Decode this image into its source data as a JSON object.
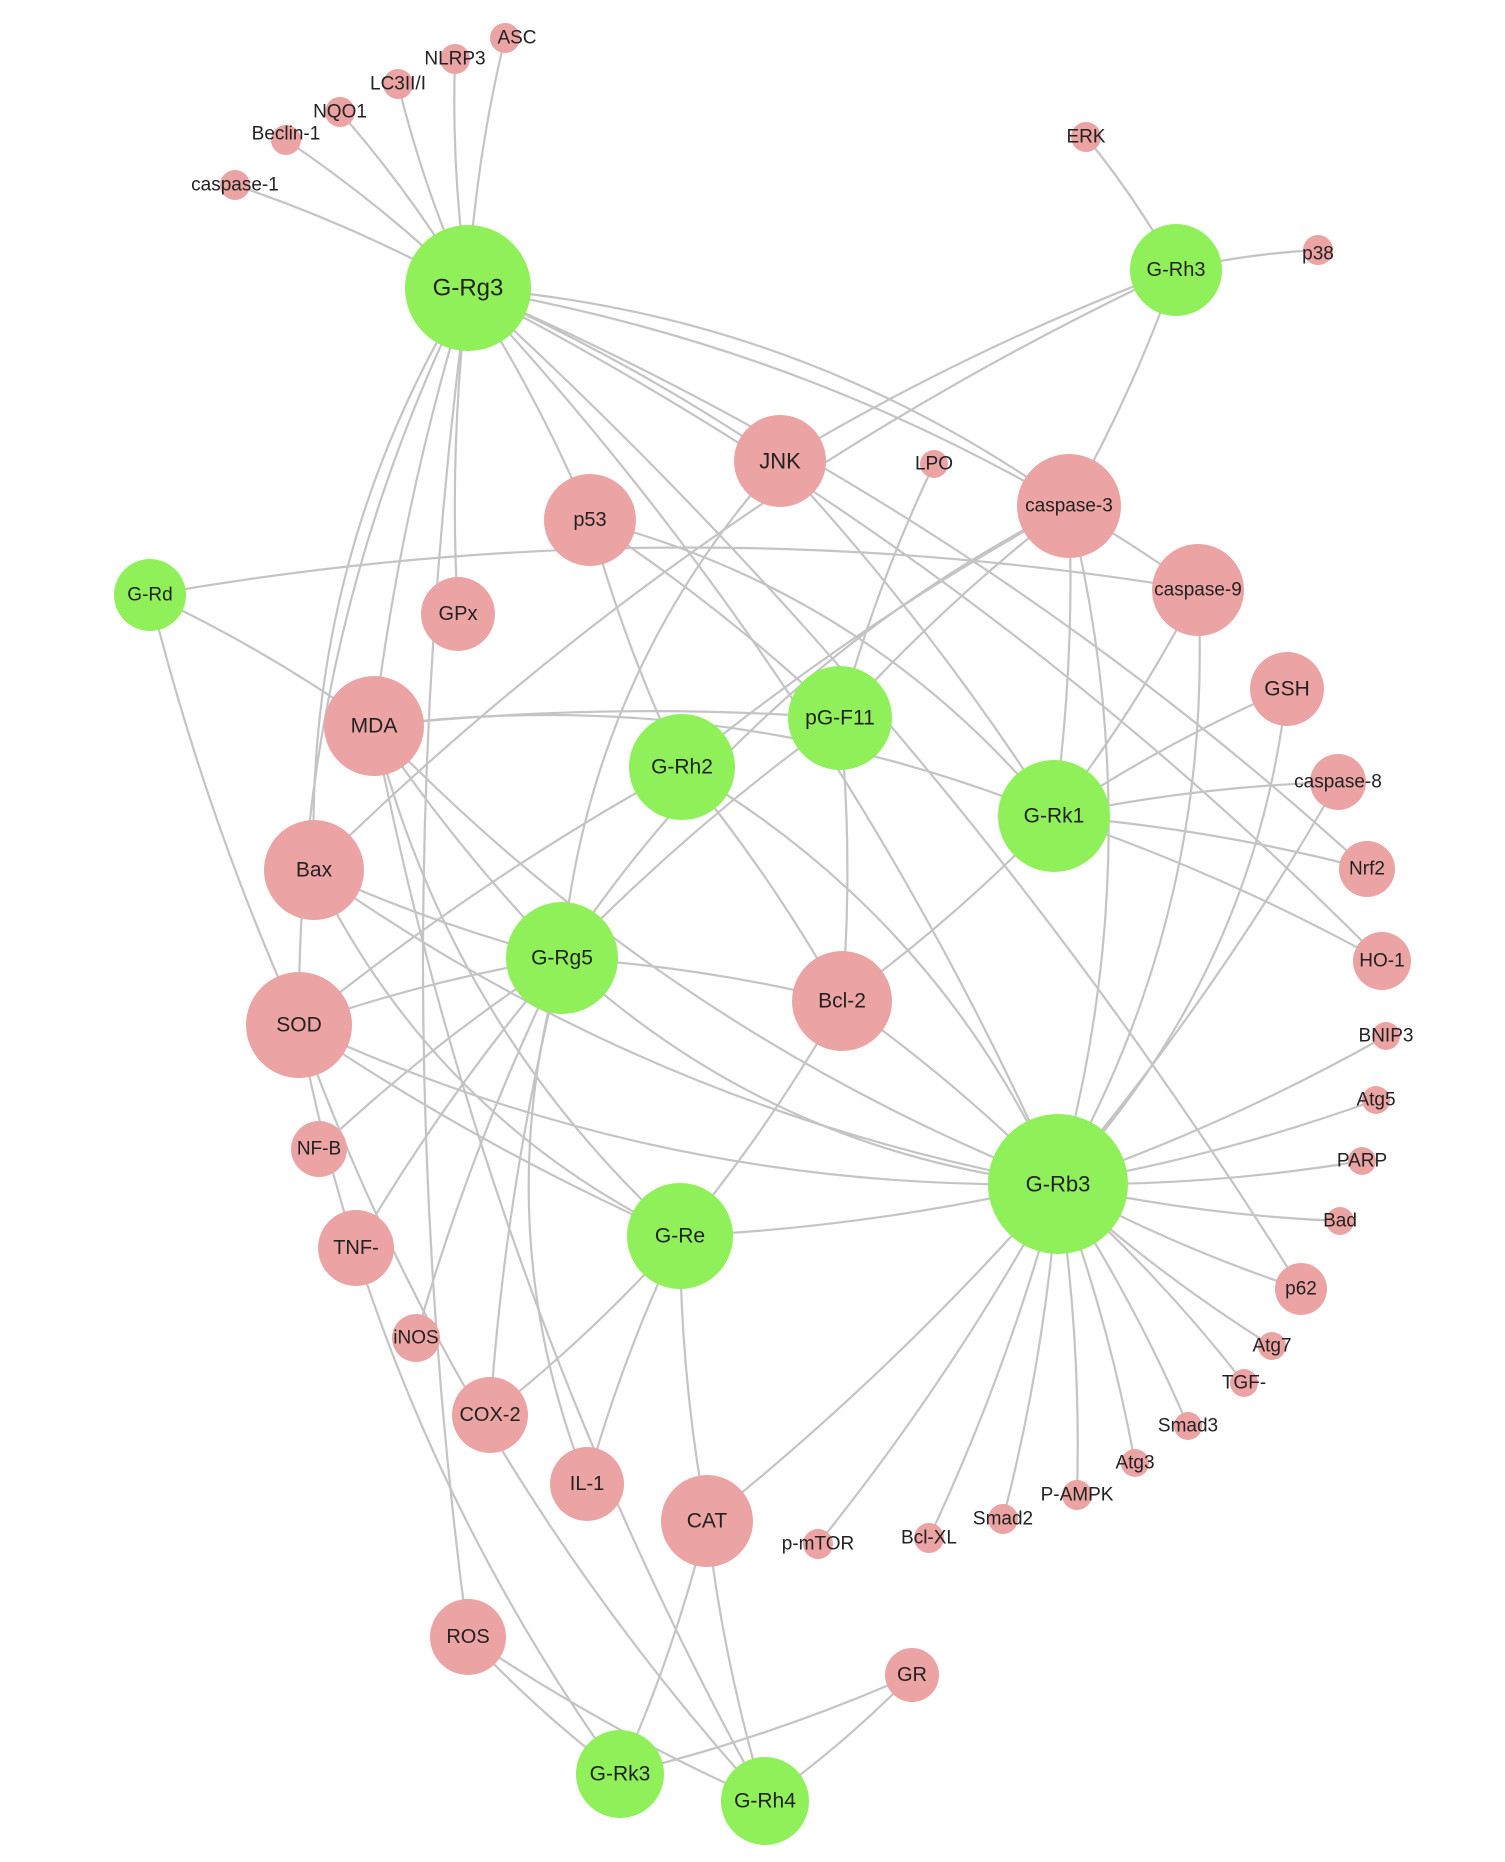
{
  "colors": {
    "ginsenoside_node": "#8ff05a",
    "target_node": "#eca3a3",
    "edge": "#c4c4c4",
    "label": "#222222"
  },
  "nodes": [
    {
      "id": "G-Rg3",
      "label": "G-Rg3",
      "type": "ginsenoside"
    },
    {
      "id": "G-Rh3",
      "label": "G-Rh3",
      "type": "ginsenoside"
    },
    {
      "id": "G-Rd",
      "label": "G-Rd",
      "type": "ginsenoside"
    },
    {
      "id": "pG-F11",
      "label": "pG-F11",
      "type": "ginsenoside"
    },
    {
      "id": "G-Rh2",
      "label": "G-Rh2",
      "type": "ginsenoside"
    },
    {
      "id": "G-Rk1",
      "label": "G-Rk1",
      "type": "ginsenoside"
    },
    {
      "id": "G-Rg5",
      "label": "G-Rg5",
      "type": "ginsenoside"
    },
    {
      "id": "G-Re",
      "label": "G-Re",
      "type": "ginsenoside"
    },
    {
      "id": "G-Rb3",
      "label": "G-Rb3",
      "type": "ginsenoside"
    },
    {
      "id": "G-Rk3",
      "label": "G-Rk3",
      "type": "ginsenoside"
    },
    {
      "id": "G-Rh4",
      "label": "G-Rh4",
      "type": "ginsenoside"
    },
    {
      "id": "caspase-1",
      "label": "caspase-1",
      "type": "target"
    },
    {
      "id": "Beclin-1",
      "label": "Beclin-1",
      "type": "target"
    },
    {
      "id": "NQO1",
      "label": "NQO1",
      "type": "target"
    },
    {
      "id": "LC3II/I",
      "label": "LC3II/I",
      "type": "target"
    },
    {
      "id": "NLRP3",
      "label": "NLRP3",
      "type": "target"
    },
    {
      "id": "ASC",
      "label": "ASC",
      "type": "target"
    },
    {
      "id": "ERK",
      "label": "ERK",
      "type": "target"
    },
    {
      "id": "p38",
      "label": "p38",
      "type": "target"
    },
    {
      "id": "JNK",
      "label": "JNK",
      "type": "target"
    },
    {
      "id": "LPO",
      "label": "LPO",
      "type": "target"
    },
    {
      "id": "p53",
      "label": "p53",
      "type": "target"
    },
    {
      "id": "caspase-3",
      "label": "caspase-3",
      "type": "target"
    },
    {
      "id": "caspase-9",
      "label": "caspase-9",
      "type": "target"
    },
    {
      "id": "GPx",
      "label": "GPx",
      "type": "target"
    },
    {
      "id": "GSH",
      "label": "GSH",
      "type": "target"
    },
    {
      "id": "MDA",
      "label": "MDA",
      "type": "target"
    },
    {
      "id": "caspase-8",
      "label": "caspase-8",
      "type": "target"
    },
    {
      "id": "Bax",
      "label": "Bax",
      "type": "target"
    },
    {
      "id": "Nrf2",
      "label": "Nrf2",
      "type": "target"
    },
    {
      "id": "HO-1",
      "label": "HO-1",
      "type": "target"
    },
    {
      "id": "Bcl-2",
      "label": "Bcl-2",
      "type": "target"
    },
    {
      "id": "SOD",
      "label": "SOD",
      "type": "target"
    },
    {
      "id": "BNIP3",
      "label": "BNIP3",
      "type": "target"
    },
    {
      "id": "Atg5",
      "label": "Atg5",
      "type": "target"
    },
    {
      "id": "NF-B",
      "label": "NF-B",
      "type": "target"
    },
    {
      "id": "PARP",
      "label": "PARP",
      "type": "target"
    },
    {
      "id": "Bad",
      "label": "Bad",
      "type": "target"
    },
    {
      "id": "TNF-",
      "label": "TNF-",
      "type": "target"
    },
    {
      "id": "p62",
      "label": "p62",
      "type": "target"
    },
    {
      "id": "iNOS",
      "label": "iNOS",
      "type": "target"
    },
    {
      "id": "Atg7",
      "label": "Atg7",
      "type": "target"
    },
    {
      "id": "TGF-",
      "label": "TGF-",
      "type": "target"
    },
    {
      "id": "COX-2",
      "label": "COX-2",
      "type": "target"
    },
    {
      "id": "Smad3",
      "label": "Smad3",
      "type": "target"
    },
    {
      "id": "Atg3",
      "label": "Atg3",
      "type": "target"
    },
    {
      "id": "IL-1",
      "label": "IL-1",
      "type": "target"
    },
    {
      "id": "P-AMPK",
      "label": "P-AMPK",
      "type": "target"
    },
    {
      "id": "CAT",
      "label": "CAT",
      "type": "target"
    },
    {
      "id": "Smad2",
      "label": "Smad2",
      "type": "target"
    },
    {
      "id": "Bcl-XL",
      "label": "Bcl-XL",
      "type": "target"
    },
    {
      "id": "p-mTOR",
      "label": "p-mTOR",
      "type": "target"
    },
    {
      "id": "ROS",
      "label": "ROS",
      "type": "target"
    },
    {
      "id": "GR",
      "label": "GR",
      "type": "target"
    }
  ],
  "edges": [
    [
      "G-Rg3",
      "caspase-1"
    ],
    [
      "G-Rg3",
      "Beclin-1"
    ],
    [
      "G-Rg3",
      "NQO1"
    ],
    [
      "G-Rg3",
      "LC3II/I"
    ],
    [
      "G-Rg3",
      "NLRP3"
    ],
    [
      "G-Rg3",
      "ASC"
    ],
    [
      "G-Rg3",
      "JNK"
    ],
    [
      "G-Rg3",
      "p53"
    ],
    [
      "G-Rg3",
      "GPx"
    ],
    [
      "G-Rg3",
      "MDA"
    ],
    [
      "G-Rg3",
      "SOD"
    ],
    [
      "G-Rg3",
      "ROS"
    ],
    [
      "G-Rg3",
      "caspase-3"
    ],
    [
      "G-Rg3",
      "caspase-9"
    ],
    [
      "G-Rg3",
      "Nrf2"
    ],
    [
      "G-Rg3",
      "HO-1"
    ],
    [
      "G-Rg3",
      "p62"
    ],
    [
      "G-Rg3",
      "Bax"
    ],
    [
      "G-Rg3",
      "G-Rb3"
    ],
    [
      "G-Rh3",
      "ERK"
    ],
    [
      "G-Rh3",
      "p38"
    ],
    [
      "G-Rh3",
      "caspase-3"
    ],
    [
      "G-Rh3",
      "Bax"
    ],
    [
      "G-Rh3",
      "JNK"
    ],
    [
      "G-Rd",
      "MDA"
    ],
    [
      "G-Rd",
      "SOD"
    ],
    [
      "G-Rd",
      "caspase-9"
    ],
    [
      "pG-F11",
      "LPO"
    ],
    [
      "pG-F11",
      "p53"
    ],
    [
      "pG-F11",
      "caspase-3"
    ],
    [
      "pG-F11",
      "Bcl-2"
    ],
    [
      "pG-F11",
      "MDA"
    ],
    [
      "pG-F11",
      "G-Rg5"
    ],
    [
      "G-Rh2",
      "p53"
    ],
    [
      "G-Rh2",
      "caspase-3"
    ],
    [
      "G-Rh2",
      "Bcl-2"
    ],
    [
      "G-Rh2",
      "SOD"
    ],
    [
      "G-Rh2",
      "G-Rb3"
    ],
    [
      "G-Rk1",
      "caspase-3"
    ],
    [
      "G-Rk1",
      "caspase-9"
    ],
    [
      "G-Rk1",
      "GSH"
    ],
    [
      "G-Rk1",
      "caspase-8"
    ],
    [
      "G-Rk1",
      "Nrf2"
    ],
    [
      "G-Rk1",
      "HO-1"
    ],
    [
      "G-Rk1",
      "Bcl-2"
    ],
    [
      "G-Rk1",
      "JNK"
    ],
    [
      "G-Rk1",
      "p53"
    ],
    [
      "G-Rk1",
      "MDA"
    ],
    [
      "G-Rg5",
      "Bax"
    ],
    [
      "G-Rg5",
      "Bcl-2"
    ],
    [
      "G-Rg5",
      "SOD"
    ],
    [
      "G-Rg5",
      "MDA"
    ],
    [
      "G-Rg5",
      "NF-B"
    ],
    [
      "G-Rg5",
      "TNF-"
    ],
    [
      "G-Rg5",
      "COX-2"
    ],
    [
      "G-Rg5",
      "IL-1"
    ],
    [
      "G-Rg5",
      "iNOS"
    ],
    [
      "G-Rg5",
      "caspase-3"
    ],
    [
      "G-Rg5",
      "G-Rb3"
    ],
    [
      "G-Rg5",
      "JNK"
    ],
    [
      "G-Re",
      "Bcl-2"
    ],
    [
      "G-Re",
      "MDA"
    ],
    [
      "G-Re",
      "SOD"
    ],
    [
      "G-Re",
      "CAT"
    ],
    [
      "G-Re",
      "COX-2"
    ],
    [
      "G-Re",
      "IL-1"
    ],
    [
      "G-Re",
      "G-Rb3"
    ],
    [
      "G-Re",
      "Bax"
    ],
    [
      "G-Rb3",
      "Bcl-2"
    ],
    [
      "G-Rb3",
      "caspase-3"
    ],
    [
      "G-Rb3",
      "caspase-9"
    ],
    [
      "G-Rb3",
      "BNIP3"
    ],
    [
      "G-Rb3",
      "Atg5"
    ],
    [
      "G-Rb3",
      "PARP"
    ],
    [
      "G-Rb3",
      "Bad"
    ],
    [
      "G-Rb3",
      "p62"
    ],
    [
      "G-Rb3",
      "Atg7"
    ],
    [
      "G-Rb3",
      "TGF-"
    ],
    [
      "G-Rb3",
      "Smad3"
    ],
    [
      "G-Rb3",
      "Atg3"
    ],
    [
      "G-Rb3",
      "P-AMPK"
    ],
    [
      "G-Rb3",
      "Smad2"
    ],
    [
      "G-Rb3",
      "Bcl-XL"
    ],
    [
      "G-Rb3",
      "p-mTOR"
    ],
    [
      "G-Rb3",
      "SOD"
    ],
    [
      "G-Rb3",
      "CAT"
    ],
    [
      "G-Rb3",
      "Bax"
    ],
    [
      "G-Rb3",
      "GSH"
    ],
    [
      "G-Rb3",
      "caspase-8"
    ],
    [
      "G-Rb3",
      "MDA"
    ],
    [
      "G-Rk3",
      "CAT"
    ],
    [
      "G-Rk3",
      "SOD"
    ],
    [
      "G-Rk3",
      "ROS"
    ],
    [
      "G-Rk3",
      "GR"
    ],
    [
      "G-Rh4",
      "CAT"
    ],
    [
      "G-Rh4",
      "SOD"
    ],
    [
      "G-Rh4",
      "ROS"
    ],
    [
      "G-Rh4",
      "GR"
    ],
    [
      "G-Rh4",
      "MDA"
    ]
  ]
}
